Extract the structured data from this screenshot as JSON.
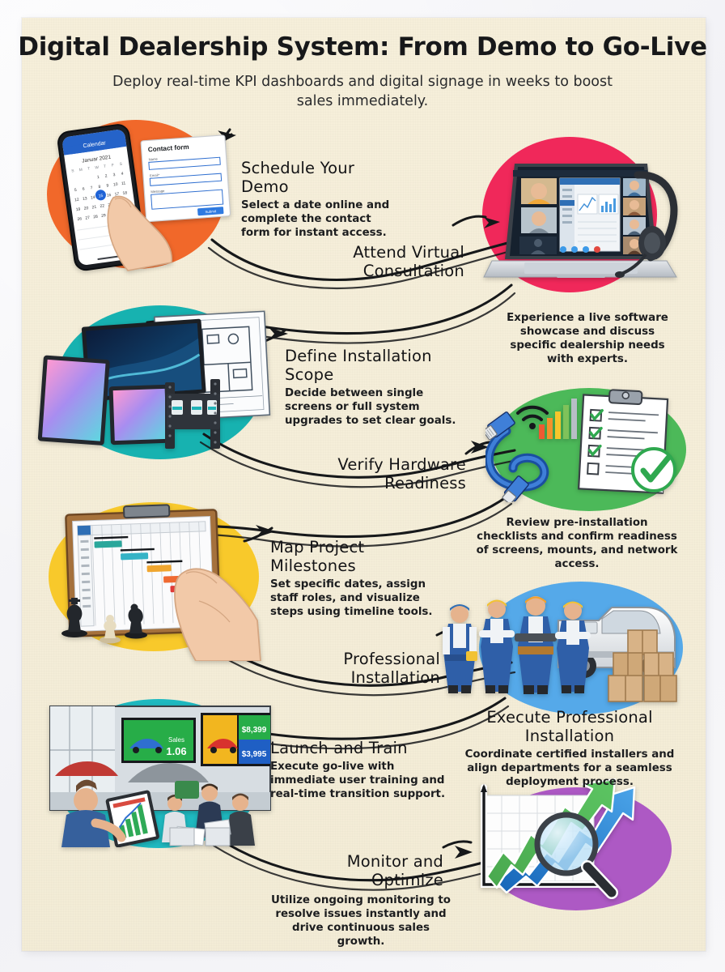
{
  "poster": {
    "title": "Digital Dealership System: From Demo to Go-Live",
    "subtitle": "Deploy real-time KPI dashboards and digital signage in weeks to boost sales immediately.",
    "background_color": "#f4edd8",
    "outer_color": "#f7f7f9"
  },
  "steps": [
    {
      "id": "schedule-demo",
      "heading": "Schedule Your Demo",
      "body": "Select a date online and complete the contact form for instant access.",
      "align": "left",
      "blob_color": "#f1682a",
      "illustration": "phone-calendar-contact-form"
    },
    {
      "id": "attend-virtual-consultation",
      "heading": "Attend Virtual Consultation",
      "body": "Experience a live software showcase and discuss specific dealership needs with experts.",
      "align": "right",
      "blob_color": "#f0285a",
      "illustration": "laptop-video-call-headset"
    },
    {
      "id": "define-installation-scope",
      "heading": "Define Installation Scope",
      "body": "Decide between single screens or full system upgrades to set clear goals.",
      "align": "left",
      "blob_color": "#1ab3b0",
      "illustration": "screens-blueprint-wall-mount"
    },
    {
      "id": "verify-hardware-readiness",
      "heading": "Verify Hardware Readiness",
      "body": "Review pre-installation checklists and confirm readiness of screens, mounts, and network access.",
      "align": "right",
      "blob_color": "#4cb959",
      "illustration": "ethernet-cable-wifi-checklist"
    },
    {
      "id": "map-project-milestones",
      "heading": "Map Project Milestones",
      "body": "Set specific dates, assign staff roles, and visualize steps using timeline tools.",
      "align": "left",
      "blob_color": "#f7c92a",
      "illustration": "gantt-clipboard-chess-hand"
    },
    {
      "id": "execute-professional-installation",
      "heading_short": "Professional Installation",
      "heading": "Execute Professional Installation",
      "body": "Coordinate certified installers and align departments for a seamless deployment process.",
      "align": "right",
      "blob_color": "#53a8e8",
      "illustration": "installers-van-boxes"
    },
    {
      "id": "launch-and-train",
      "heading": "Launch and Train",
      "body": "Execute go-live with immediate user training and real-time transition support.",
      "align": "left",
      "blob_color": "#1fb8bf",
      "illustration": "showroom-digital-signage-training"
    },
    {
      "id": "monitor-and-optimize",
      "heading": "Monitor and Optimize",
      "body": "Utilize ongoing monitoring to resolve issues instantly and drive continuous sales growth.",
      "align": "center",
      "blob_color": "#ad59c4",
      "illustration": "growth-chart-magnifier"
    }
  ],
  "illustration_labels": {
    "phone_calendar_month": "Januar 2021",
    "phone_calendar_header": "Calendar",
    "contact_form_title": "Contact form",
    "contact_form_fields": [
      "Name",
      "Email*",
      "Message"
    ],
    "contact_form_button": "Submit",
    "calendar_weekday_initials": [
      "S",
      "M",
      "T",
      "W",
      "T",
      "F",
      "S"
    ],
    "signage_price_high": "$8,399",
    "signage_price_low": "$3,995",
    "signage_metric": "1.06",
    "signage_metric_label": "Sales"
  }
}
